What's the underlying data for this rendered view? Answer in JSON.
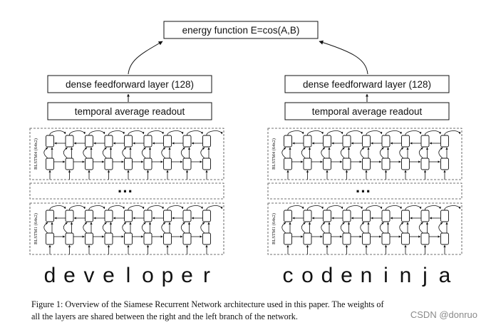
{
  "energy_function": "energy function E=cos(A,B)",
  "left_branch": {
    "dense_layer": "dense feedforward layer (128)",
    "readout": "temporal average readout",
    "top_blstm": "BLSTM4 (64x2)",
    "bottom_blstm": "BLSTM1 (64x2)",
    "ellipsis": "···",
    "letters": [
      "d",
      "e",
      "v",
      "e",
      "l",
      "o",
      "p",
      "e",
      "r"
    ]
  },
  "right_branch": {
    "dense_layer": "dense feedforward layer (128)",
    "readout": "temporal average readout",
    "top_blstm": "BLSTM4 (64x2)",
    "bottom_blstm": "BLSTM1 (64x2)",
    "ellipsis": "···",
    "letters": [
      "c",
      "o",
      "d",
      "e",
      "n",
      "i",
      "n",
      "j",
      "a"
    ]
  },
  "caption": {
    "line1": "Figure 1: Overview of the Siamese Recurrent Network architecture used in this paper. The weights of",
    "line2": "all the layers are shared between the right and the left branch of the network."
  },
  "watermark": "CSDN @donruo"
}
